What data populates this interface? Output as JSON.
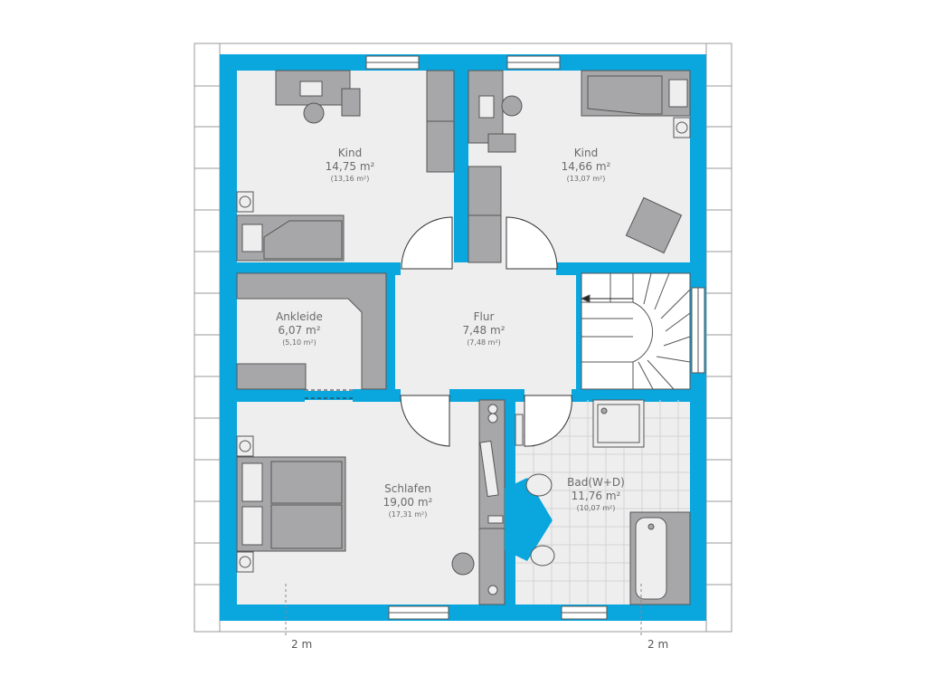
{
  "rooms": [
    {
      "id": "kind-1",
      "name": "Kind",
      "area": "14,75 m²",
      "net_area": "(13,16 m²)"
    },
    {
      "id": "kind-2",
      "name": "Kind",
      "area": "14,66 m²",
      "net_area": "(13,07 m²)"
    },
    {
      "id": "ankleide",
      "name": "Ankleide",
      "area": "6,07 m²",
      "net_area": "(5,10 m²)"
    },
    {
      "id": "flur",
      "name": "Flur",
      "area": "7,48 m²",
      "net_area": "(7,48 m²)"
    },
    {
      "id": "schlafen",
      "name": "Schlafen",
      "area": "19,00 m²",
      "net_area": "(17,31 m²)"
    },
    {
      "id": "bad",
      "name": "Bad(W+D)",
      "area": "11,76 m²",
      "net_area": "(10,07 m²)"
    }
  ],
  "dimensions": {
    "left": "2 m",
    "right": "2 m"
  },
  "colors": {
    "wall": "#0aa6de",
    "floor": "#eeeeef",
    "furniture": "#a7a7a9",
    "outline": "#555555",
    "tile_grid": "#d4d4d6"
  }
}
